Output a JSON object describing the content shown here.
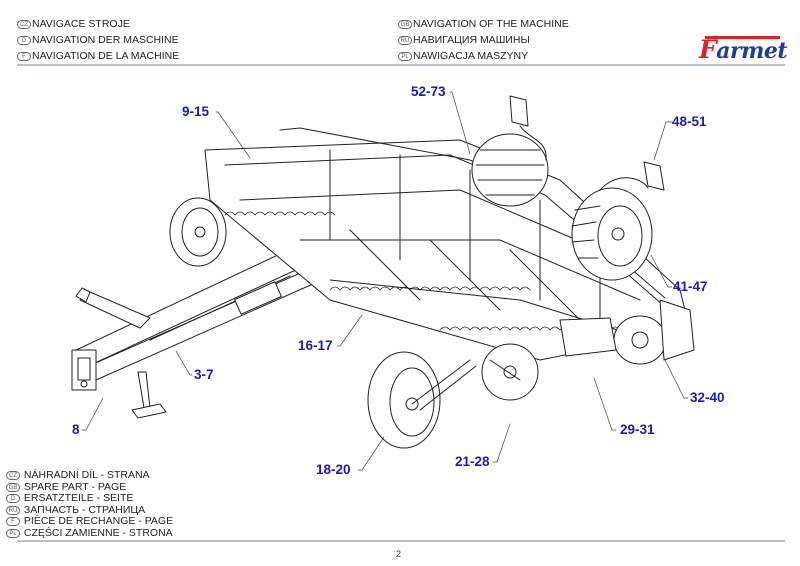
{
  "header": {
    "left": [
      {
        "lang": "CZ",
        "text": "NAVIGACE STROJE"
      },
      {
        "lang": "D",
        "text": "NAVIGATION DER MASCHINE"
      },
      {
        "lang": "F",
        "text": "NAVIGATION DE LA MACHINE"
      }
    ],
    "right": [
      {
        "lang": "GB",
        "text": "NAVIGATION OF THE MACHINE"
      },
      {
        "lang": "RU",
        "text": "НАВИГАЦИЯ МАШИНЫ"
      },
      {
        "lang": "PL",
        "text": "NAWIGACJA MASZYNY"
      }
    ],
    "logo": {
      "first_letter": "F",
      "rest": "armet",
      "brand_red": "#d8232a",
      "brand_blue": "#1f3d99"
    }
  },
  "callouts": [
    {
      "id": "9-15",
      "label": "9-15"
    },
    {
      "id": "52-73",
      "label": "52-73"
    },
    {
      "id": "48-51",
      "label": "48-51"
    },
    {
      "id": "41-47",
      "label": "41-47"
    },
    {
      "id": "16-17",
      "label": "16-17"
    },
    {
      "id": "3-7",
      "label": "3-7"
    },
    {
      "id": "8",
      "label": "8"
    },
    {
      "id": "32-40",
      "label": "32-40"
    },
    {
      "id": "29-31",
      "label": "29-31"
    },
    {
      "id": "18-20",
      "label": "18-20"
    },
    {
      "id": "21-28",
      "label": "21-28"
    }
  ],
  "callout_color": "#1a1ab8",
  "footer": {
    "lines": [
      {
        "lang": "CZ",
        "text": "NÁHRADNÍ DÍL - STRANA"
      },
      {
        "lang": "GB",
        "text": "SPARE PART - PAGE"
      },
      {
        "lang": "D",
        "text": "ERSATZTEILE - SEITE"
      },
      {
        "lang": "RU",
        "text": "ЗАПЧАСТЬ - СТРАНИЦА"
      },
      {
        "lang": "F",
        "text": "PIÈCE DE RECHANGE - PAGE"
      },
      {
        "lang": "PL",
        "text": "CZĘŚCI ZAMIENNE - STRONA"
      }
    ],
    "page_number": "2"
  }
}
